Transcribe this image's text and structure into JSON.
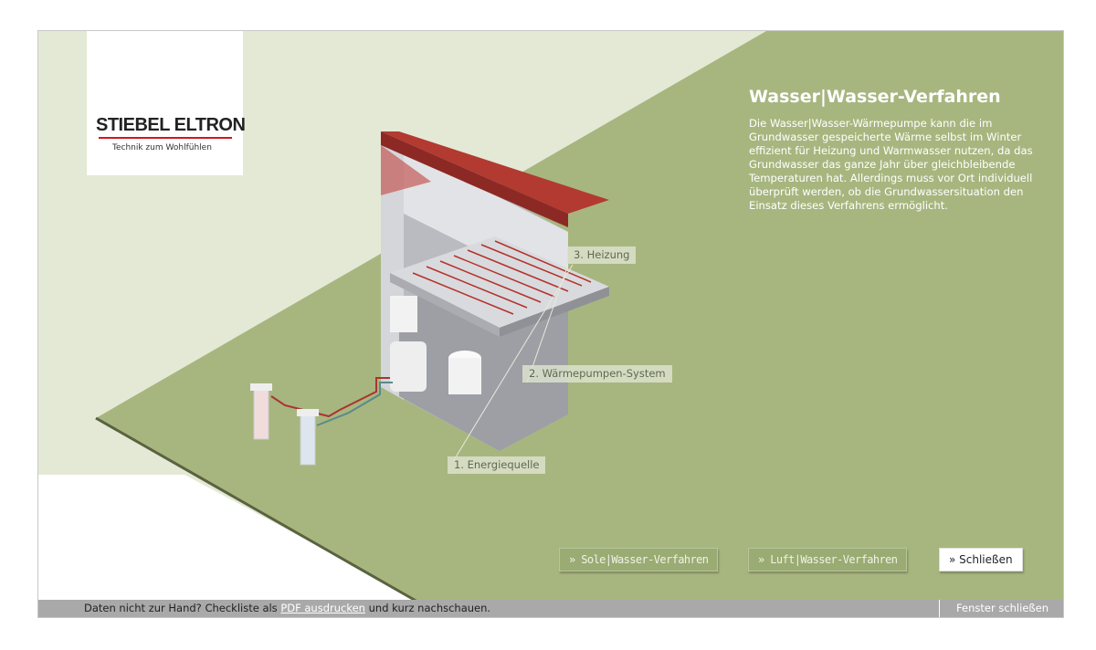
{
  "brand": {
    "name": "STIEBEL ELTRON",
    "tagline": "Technik zum Wohlfühlen"
  },
  "info": {
    "title": "Wasser|Wasser-Verfahren",
    "text": "Die Wasser|Wasser-Wärmepumpe kann die im Grundwasser gespeicherte Wärme selbst im Winter effizient für Heizung und Warmwasser nutzen, da das Grundwasser das ganze Jahr über gleichbleibende Temperaturen hat. Allerdings muss vor Ort individuell überprüft werden, ob die Grundwassersituation den Einsatz dieses Verfahrens ermöglicht."
  },
  "labels": {
    "heizung": "3. Heizung",
    "system": "2. Wärmepumpen-System",
    "quelle": "1. Energiequelle"
  },
  "buttons": {
    "sole": "» Sole|Wasser-Verfahren",
    "luft": "» Luft|Wasser-Verfahren",
    "close": "» Schließen"
  },
  "footer": {
    "prefix": "Daten nicht zur Hand? Checkliste als",
    "link": "PDF ausdrucken",
    "suffix": "und kurz nachschauen.",
    "close": "Fenster schließen"
  },
  "colors": {
    "green": "#a7b67f",
    "light_green": "#e4e9d6",
    "roof": "#a8362e"
  }
}
